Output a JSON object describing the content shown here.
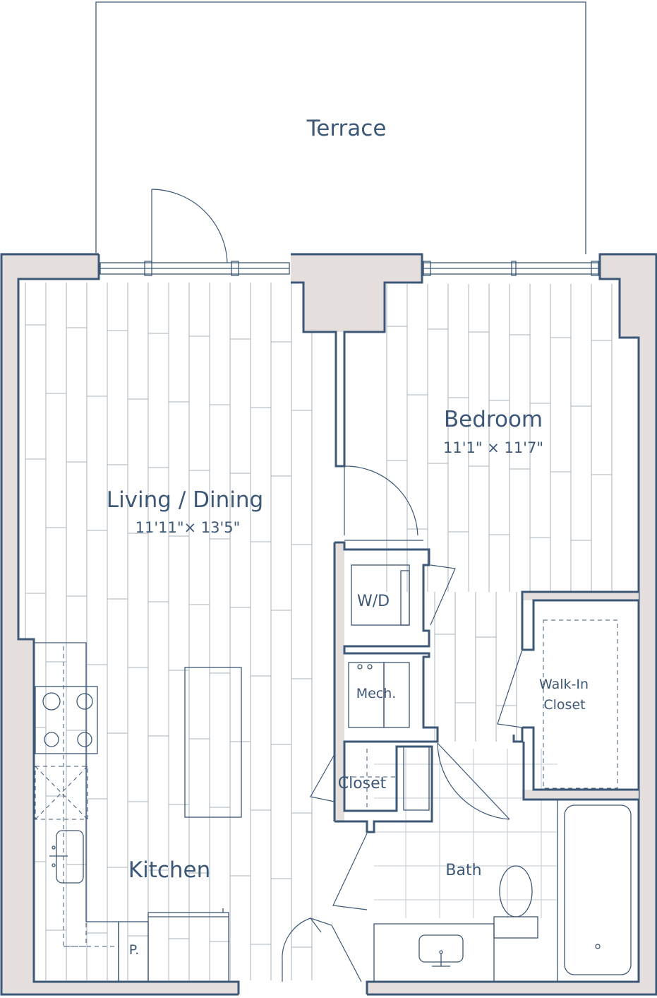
{
  "plan": {
    "colors": {
      "wall": "#3d5877",
      "wall_fill": "#e4dfdc",
      "floor_line": "#aab3be",
      "text": "#3d5877"
    },
    "rooms": {
      "terrace": {
        "label": "Terrace"
      },
      "living": {
        "label": "Living / Dining",
        "dimensions": "11'11\"× 13'5\""
      },
      "bedroom": {
        "label": "Bedroom",
        "dimensions": "11'1\" × 11'7\""
      },
      "kitchen": {
        "label": "Kitchen"
      },
      "bath": {
        "label": "Bath"
      },
      "walkin": {
        "label_line1": "Walk-In",
        "label_line2": "Closet"
      },
      "closet": {
        "label": "Closet"
      },
      "wd": {
        "label": "W/D"
      },
      "mech": {
        "label": "Mech."
      },
      "pantry": {
        "label": "P."
      }
    }
  }
}
